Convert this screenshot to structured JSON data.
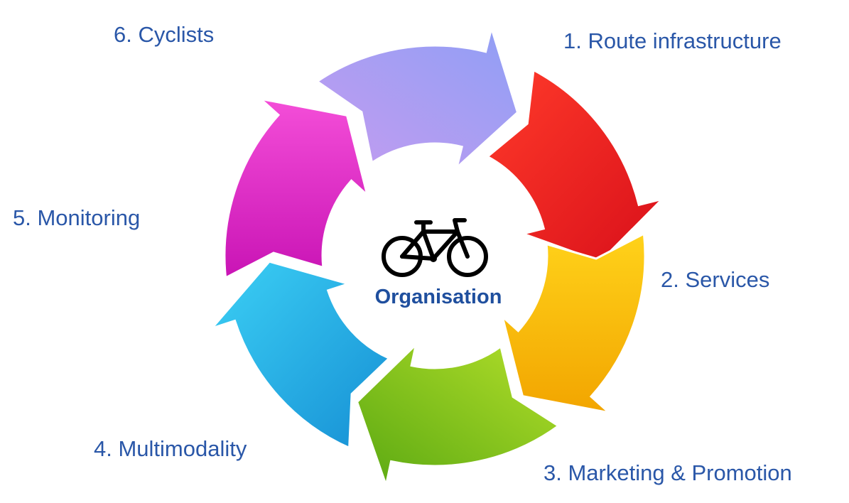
{
  "diagram": {
    "center_title": "Organisation",
    "center_icon": "bicycle-icon",
    "steps": [
      {
        "label": "1. Route infrastructure",
        "color": "#ee1c1c"
      },
      {
        "label": "2. Services",
        "color": "#f6b800"
      },
      {
        "label": "3. Marketing & Promotion",
        "color": "#8ccc1e"
      },
      {
        "label": "4. Multimodality",
        "color": "#1fb4ea"
      },
      {
        "label": "5. Monitoring",
        "color": "#e629c8"
      },
      {
        "label": "6. Cyclists",
        "color": "#a79cf0"
      }
    ]
  }
}
